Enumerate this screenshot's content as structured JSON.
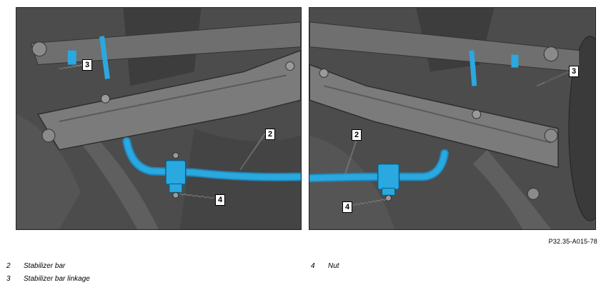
{
  "figure": {
    "reference_code": "P32.35-A015-78",
    "left_panel": {
      "callouts": [
        {
          "number": "3"
        },
        {
          "number": "2"
        },
        {
          "number": "4"
        }
      ]
    },
    "right_panel": {
      "callouts": [
        {
          "number": "3"
        },
        {
          "number": "2"
        },
        {
          "number": "4"
        }
      ]
    }
  },
  "legend": [
    {
      "number": "2",
      "text": "Stabilizer bar"
    },
    {
      "number": "3",
      "text": "Stabilizer bar linkage"
    },
    {
      "number": "4",
      "text": "Nut"
    }
  ],
  "colors": {
    "stabilizer_bar": "#2aa8e0",
    "crossmember": "#7b7b7b",
    "background": "#4f4f4f"
  }
}
